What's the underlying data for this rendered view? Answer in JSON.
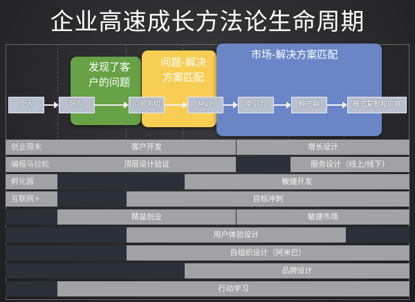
{
  "title": "企业高速成长方法论生命周期",
  "zones": [
    {
      "label_1": "发现了客",
      "label_2": "户的问题"
    },
    {
      "label_1": "问题-解决",
      "label_2": "方案匹配"
    },
    {
      "label_1": "市场-解决方案匹配"
    }
  ],
  "flow": [
    "个人",
    "团队",
    "问题声明",
    "MVP",
    "牵引力",
    "种子期",
    "模式复制和扩展"
  ],
  "rows": [
    {
      "label": "创业周末",
      "items": [
        "客户开发",
        "增长设计"
      ]
    },
    {
      "label": "编程马拉松",
      "items": [
        "顶层设计验证",
        "服务设计（线上/线下）"
      ]
    },
    {
      "label": "孵化器",
      "items": [
        "敏捷开发"
      ]
    },
    {
      "label": "互联网+",
      "items": [
        "目标冲刺"
      ]
    },
    {
      "label": "",
      "items": [
        "精益创业",
        "敏捷市场"
      ]
    },
    {
      "label": "",
      "items": [
        "用户体验设计"
      ]
    },
    {
      "label": "",
      "items": [
        "自组织设计（阿米巴）"
      ]
    },
    {
      "label": "",
      "items": [
        "品牌设计"
      ]
    },
    {
      "label": "",
      "items": [
        "行动学习"
      ]
    }
  ],
  "colors": {
    "green": "#68a247",
    "yellow": "#f7cd53",
    "blue": "#6a86c7",
    "bar_light": "#a2a2a4",
    "bar_dark": "#2c3038"
  }
}
